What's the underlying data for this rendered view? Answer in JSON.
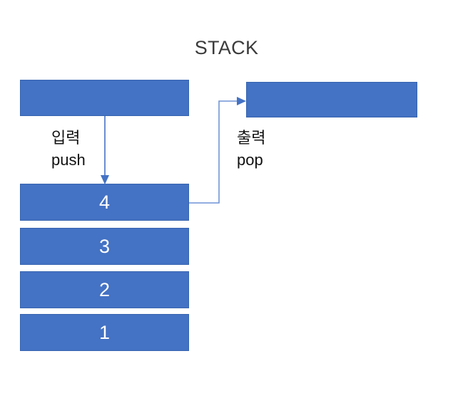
{
  "diagram": {
    "title": "STACK",
    "type": "stack-data-structure",
    "background_color": "#FFFFFF",
    "accent_color": "#4472C4",
    "border_color": "#3764B0",
    "title_color": "#3B3B3B",
    "number_color": "#FFFFFF",
    "label_color": "#111111"
  },
  "input_box": {
    "name": "input-buffer",
    "label": ""
  },
  "output_box": {
    "name": "output-buffer",
    "label": ""
  },
  "push_flow": {
    "label_korean": "입력",
    "label_english": "push",
    "arrow_direction": "down",
    "arrow_color": "#4472C4"
  },
  "pop_flow": {
    "label_korean": "출력",
    "label_english": "pop",
    "arrow_direction": "right",
    "arrow_color": "#4472C4"
  },
  "stack": {
    "name": "stack-cells",
    "order": "top-to-bottom",
    "cells": [
      {
        "value": "4",
        "position": "top"
      },
      {
        "value": "3",
        "position": "middle-upper"
      },
      {
        "value": "2",
        "position": "middle-lower"
      },
      {
        "value": "1",
        "position": "bottom"
      }
    ]
  }
}
